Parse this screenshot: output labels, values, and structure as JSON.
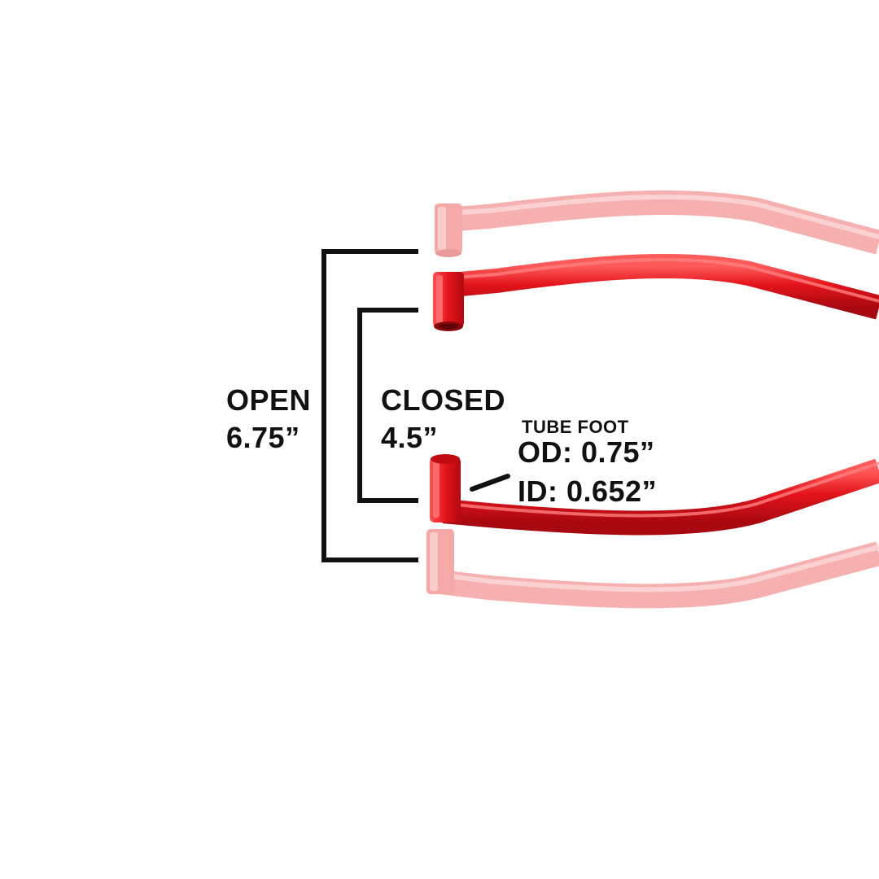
{
  "open": {
    "label": "OPEN",
    "value": "6.75”"
  },
  "closed": {
    "label": "CLOSED",
    "value": "4.5”"
  },
  "tube_foot": {
    "title": "TUBE FOOT",
    "od": "OD: 0.75”",
    "id": "ID: 0.652”"
  },
  "colors": {
    "tube_active": "#e3141b",
    "tube_active_shade": "#b30a12",
    "tube_active_highlight": "#ff7a7a",
    "tube_ghost": "#f39a9a",
    "bracket": "#111111"
  }
}
